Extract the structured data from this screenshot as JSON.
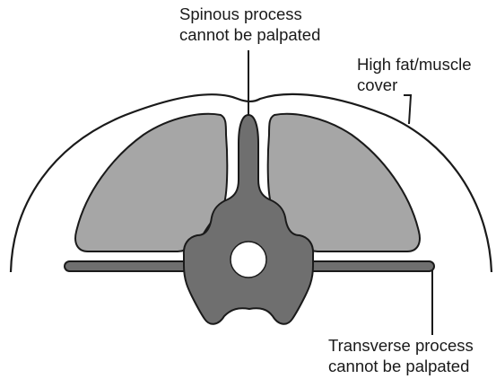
{
  "labels": {
    "spinous": [
      "Spinous process",
      "cannot be palpated"
    ],
    "fat": [
      "High fat/muscle",
      "cover"
    ],
    "transverse": [
      "Transverse process",
      "cannot be palpated"
    ]
  },
  "colors": {
    "muscle_fill": "#a6a6a6",
    "bone_fill": "#6f6f6f",
    "outline": "#1a1a1a",
    "background": "#ffffff",
    "canal": "#ffffff"
  }
}
